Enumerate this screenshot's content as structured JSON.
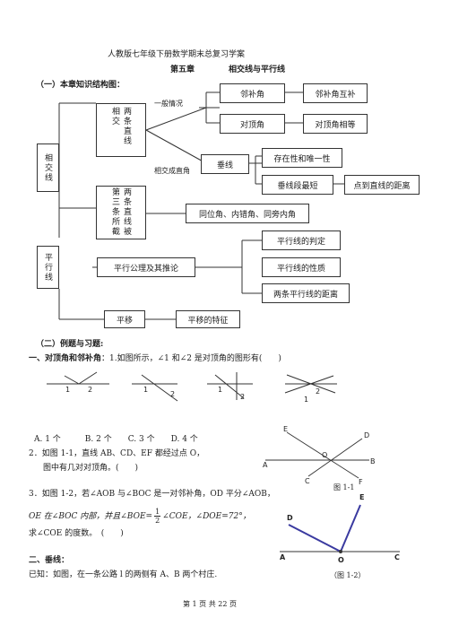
{
  "header": {
    "title": "人教版七年级下册数学期末总复习学案",
    "chapter": "第五章",
    "chapter_title": "相交线与平行线"
  },
  "section1": {
    "heading": "（一）本章知识结构图："
  },
  "diagram": {
    "root": "相交线",
    "two_lines": "两条直线相交",
    "general_case": "一般情况",
    "intersect_right": "相交成直角",
    "adjacent": "邻补角",
    "adjacent_prop": "邻补角互补",
    "vertical": "对顶角",
    "vertical_prop": "对顶角相等",
    "perpendicular": "垂线",
    "exist_unique": "存在性和唯一性",
    "shortest": "垂线段最短",
    "point_line_dist": "点到直线的距离",
    "three_lines": "两条直线被第三条所截",
    "angles": "同位角、内错角、同旁内角",
    "parallel": "平行线",
    "axiom": "平行公理及其推论",
    "criterion": "平行线的判定",
    "property": "平行线的性质",
    "distance": "两条平行线的距离",
    "translation": "平移",
    "translation_feat": "平移的特征"
  },
  "section2": {
    "heading": "（二）例题与习题:",
    "part1_title": "一、对顶角和邻补角",
    "q1": "：1.如图所示，∠1 和∠2 是对顶角的图形有(　　)",
    "choices": "A. 1 个　　　B. 2 个　　C. 3 个　　D. 4 个",
    "q2_line1": "2．如图 1-1，直线 AB、CD、EF 都经过点 O，",
    "q2_line2": "图中有几对对顶角。(　　)",
    "q3_line1": "3．如图 1-2，若∠AOB 与∠BOC 是一对邻补角，OD 平分∠AOB，",
    "q3_line2a": "OE 在∠BOC 内部，并且∠BOE=",
    "q3_line2b": "∠COE，∠DOE=72°，",
    "frac_num": "1",
    "frac_den": "2",
    "q3_line3": "求∠COE 的度数。　(　　)",
    "part2_title": "二、垂线：",
    "q4": "已知：如图，在一条公路 l 的两侧有 A、B 两个村庄."
  },
  "figures": {
    "fig_labels": [
      "1",
      "2",
      "1",
      "2",
      "1",
      "2",
      "2",
      "1"
    ],
    "fig11_caption": "图 1-1",
    "fig11_points": [
      "E",
      "D",
      "A",
      "O",
      "B",
      "C",
      "F"
    ],
    "fig12_caption": "（图 1-2）",
    "fig12_points": [
      "E",
      "D",
      "A",
      "O",
      "C"
    ]
  },
  "footer": {
    "page": "第  1  页  共  22  页"
  }
}
